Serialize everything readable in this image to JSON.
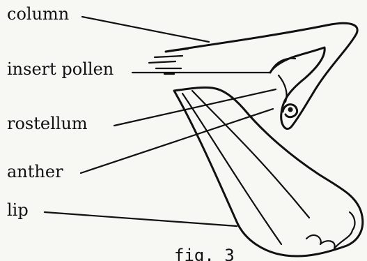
{
  "diagram": {
    "labels": {
      "column": "column",
      "insert_pollen": "insert pollen",
      "rostellum": "rostellum",
      "anther": "anther",
      "lip": "lip"
    },
    "caption": "fig. 3"
  },
  "colors": {
    "ink": "#111111",
    "paper": "#f7f7f4"
  }
}
